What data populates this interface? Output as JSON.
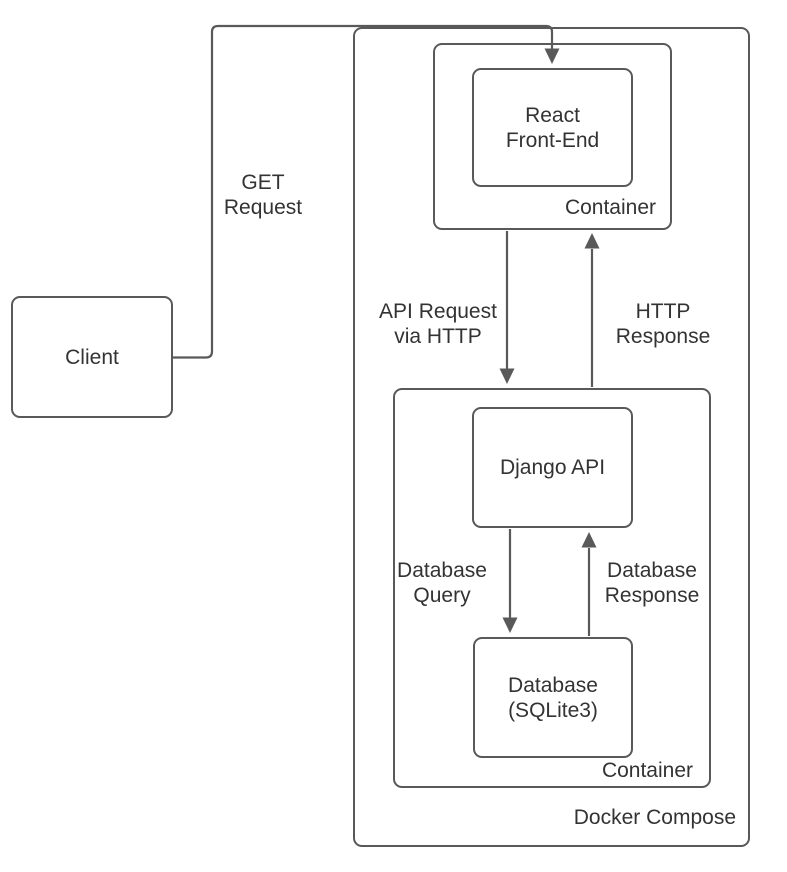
{
  "diagram": {
    "background": "#ffffff",
    "stroke_color": "#595959",
    "text_color": "#333333",
    "nodes": {
      "client": {
        "label": "Client"
      },
      "react_frontend": {
        "label": "React\nFront-End"
      },
      "django_api": {
        "label": "Django API"
      },
      "database": {
        "label": "Database\n(SQLite3)"
      },
      "container_top": {
        "label": "Container"
      },
      "container_bottom": {
        "label": "Container"
      },
      "docker_compose": {
        "label": "Docker Compose"
      }
    },
    "edges": {
      "get_request": {
        "label": "GET\nRequest",
        "from": "Client",
        "to": "React Front-End"
      },
      "api_request": {
        "label": "API Request\nvia HTTP",
        "from": "Container (React Front-End)",
        "to": "Container (Django API)"
      },
      "http_response": {
        "label": "HTTP\nResponse",
        "from": "Container (Django API)",
        "to": "Container (React Front-End)"
      },
      "database_query": {
        "label": "Database\nQuery",
        "from": "Django API",
        "to": "Database (SQLite3)"
      },
      "database_response": {
        "label": "Database\nResponse",
        "from": "Database (SQLite3)",
        "to": "Django API"
      }
    }
  }
}
